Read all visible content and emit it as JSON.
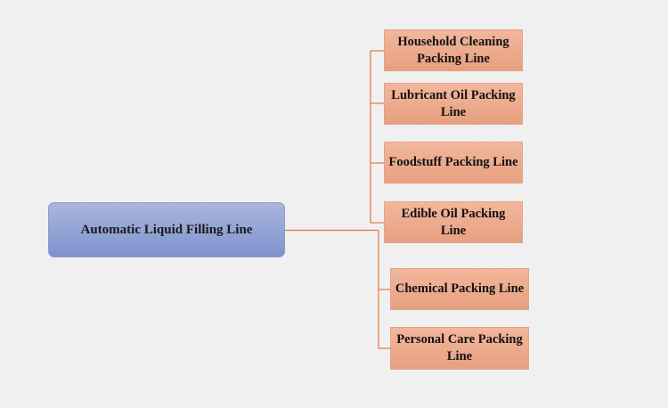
{
  "diagram": {
    "root": {
      "label": "Automatic Liquid Filling Line"
    },
    "children": [
      {
        "label": "Household Cleaning Packing Line"
      },
      {
        "label": "Lubricant Oil Packing Line"
      },
      {
        "label": "Foodstuff Packing Line"
      },
      {
        "label": "Edible Oil Packing Line"
      },
      {
        "label": "Chemical Packing Line"
      },
      {
        "label": "Personal Care Packing Line"
      }
    ],
    "colors": {
      "background": "#f0f0f0",
      "root_fill": "#8f9fd2",
      "leaf_fill": "#eda98a",
      "connector": "#e2773f"
    }
  }
}
